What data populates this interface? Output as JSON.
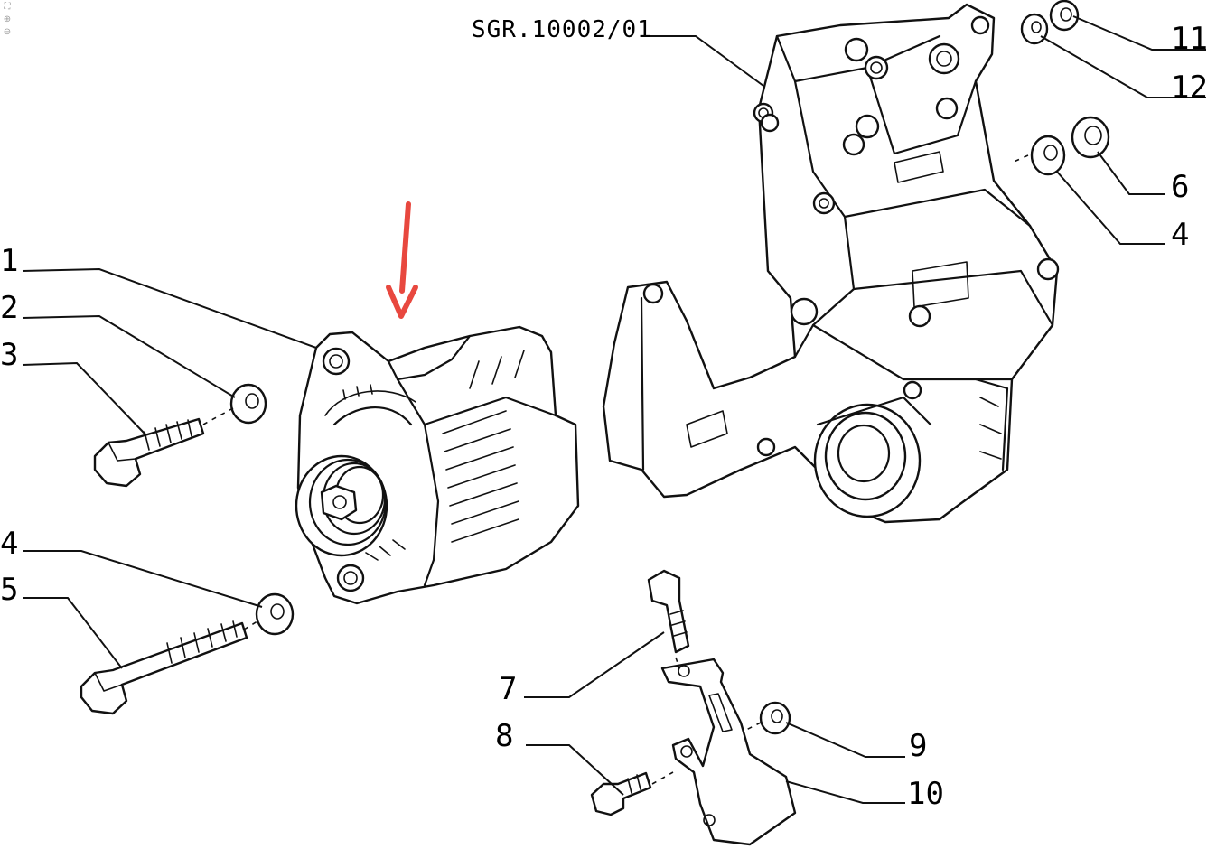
{
  "toolbar": {
    "fit_icon": "fit-screen-icon",
    "zoom_in_icon": "zoom-in-icon",
    "zoom_out_icon": "zoom-out-icon"
  },
  "diagram": {
    "reference": "SGR.10002/01",
    "highlight_color": "#e8483f",
    "callouts": [
      "1",
      "2",
      "3",
      "4",
      "5",
      "4",
      "6",
      "7",
      "8",
      "9",
      "10",
      "11",
      "12"
    ]
  }
}
